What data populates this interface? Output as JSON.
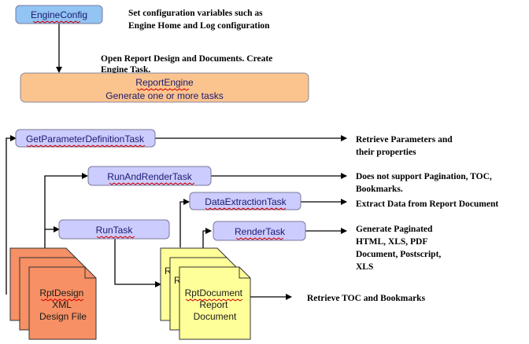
{
  "boxes": {
    "engine_config": "EngineConfig",
    "report_engine": "ReportEngine",
    "report_engine_sub": "Generate one or more tasks",
    "get_param_task": "GetParameterDefinitionTask",
    "run_and_render_task": "RunAndRenderTask",
    "data_extraction_task": "DataExtractionTask",
    "run_task": "RunTask",
    "render_task": "RenderTask"
  },
  "documents": {
    "design_file": [
      "RptDesign",
      "XML",
      "Design File"
    ],
    "report_document": [
      "RptDocument",
      "Report",
      "Document"
    ],
    "stack_letter_back": "R",
    "stack_letter_mid": "R"
  },
  "notes": {
    "engine_config": [
      "Set configuration variables such as",
      "Engine Home and Log configuration"
    ],
    "report_engine": [
      "Open Report Design and Documents. Create",
      "Engine Task."
    ],
    "get_param": [
      "Retrieve Parameters and",
      "their properties"
    ],
    "run_and_render": [
      "Does not support Pagination, TOC,",
      "Bookmarks."
    ],
    "data_extraction": [
      "Extract Data from Report Document"
    ],
    "render": [
      "Generate Paginated",
      "HTML, XLS, PDF",
      "Document, Postscript,",
      "XLS"
    ],
    "report_document": [
      "Retrieve TOC and Bookmarks"
    ]
  },
  "colors": {
    "engine_config_fill": "#92C4F4",
    "report_engine_fill": "#FBC38E",
    "task_fill": "#CCCCFF",
    "design_file_fill": "#F79065",
    "report_document_fill": "#FFFF99",
    "squiggle": "#D00000"
  }
}
